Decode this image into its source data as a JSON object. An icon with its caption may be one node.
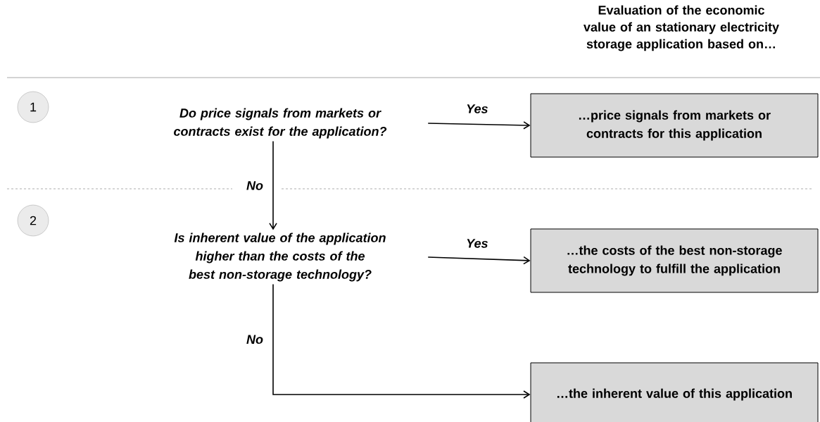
{
  "diagram": {
    "title": "Evaluation of the economic value of an stationary electricity storage application based on…",
    "nodes": [
      {
        "text": [
          "1"
        ]
      },
      {
        "text": [
          "Do price signals from markets or contracts exist for the application?"
        ]
      },
      {
        "text": [
          "…price signals from markets or contracts for this application"
        ]
      },
      {
        "text": [
          "2"
        ]
      },
      {
        "text": [
          "Is inherent value of the application higher than the costs of the best non-storage technology?"
        ]
      },
      {
        "text": [
          "…the costs of the best non-storage technology to fulfill the application"
        ]
      },
      {
        "text": [
          "…the inherent value of this application"
        ]
      }
    ],
    "edges": [
      {
        "from": 1,
        "to": 2,
        "arrow": "to",
        "label": "Yes"
      },
      {
        "from": 1,
        "to": 4,
        "arrow": "to",
        "label": "No"
      },
      {
        "from": 4,
        "to": 5,
        "arrow": "to",
        "label": "Yes"
      },
      {
        "from": 4,
        "to": 6,
        "arrow": "to",
        "label": "No"
      }
    ]
  }
}
